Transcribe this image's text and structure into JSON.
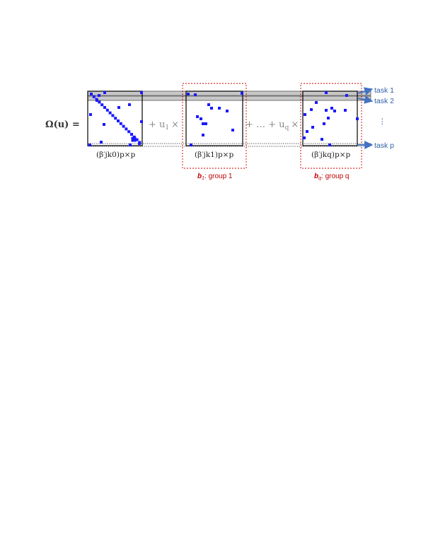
{
  "equation": {
    "lhs": "Ω(u) =",
    "term1_op": "+  u",
    "term1_sub": "1",
    "term1_times": "×",
    "mid_op": "+ … + u",
    "mid_sub": "q",
    "mid_times": "×"
  },
  "captions": {
    "m0": "(β′jk0)p×p",
    "m1": "(β′jk1)p×p",
    "mq": "(β′jkq)p×p"
  },
  "groups": {
    "g1_prefix": "b",
    "g1_sub": "1",
    "g1_label": ": group 1",
    "gq_prefix": "b",
    "gq_sub": "q",
    "gq_label": ": group q"
  },
  "tasks": {
    "t1": "task 1",
    "t2": "task 2",
    "dots": "⋮",
    "tp": "task p"
  },
  "colors": {
    "marker": "#1a1aff",
    "task_arrow": "#4472c4",
    "group_box": "#d00000",
    "band_fill": "#bfbfbf"
  }
}
